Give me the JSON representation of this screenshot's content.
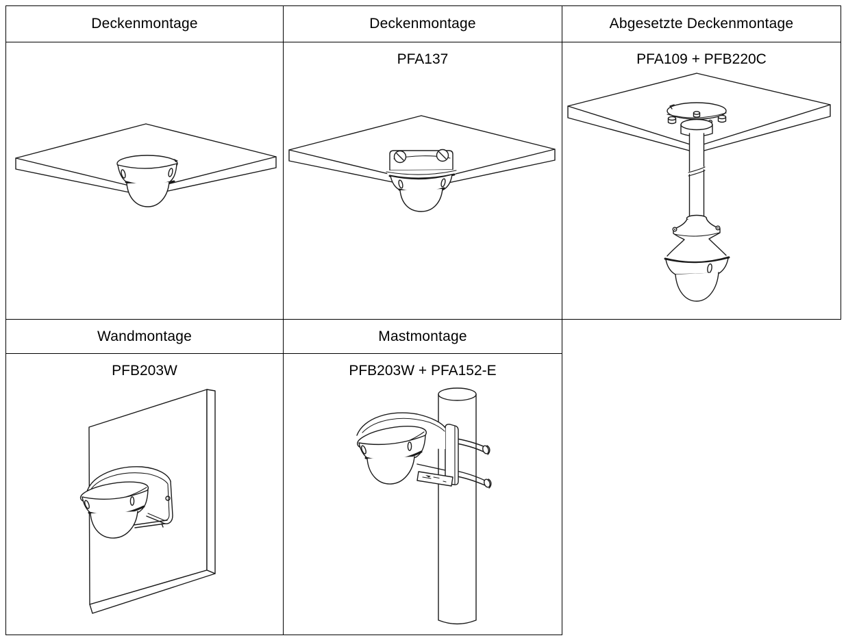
{
  "page": {
    "background": "#ffffff",
    "border_color": "#000000",
    "text_color": "#000000",
    "line_color": "#1a1a1a"
  },
  "table": {
    "row1": {
      "cells": [
        {
          "header": "Deckenmontage",
          "product": ""
        },
        {
          "header": "Deckenmontage",
          "product": "PFA137"
        },
        {
          "header": "Abgesetzte Deckenmontage",
          "product": "PFA109 + PFB220C"
        }
      ]
    },
    "row2": {
      "cells": [
        {
          "header": "Wandmontage",
          "product": "PFB203W"
        },
        {
          "header": "Mastmontage",
          "product": "PFB203W + PFA152-E"
        }
      ]
    }
  }
}
